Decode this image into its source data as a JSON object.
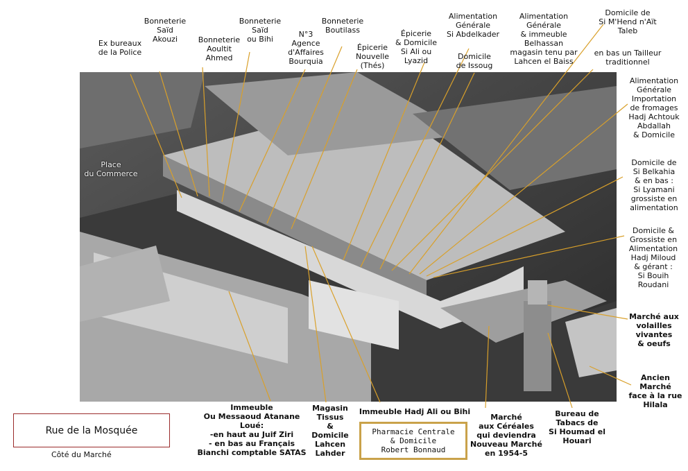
{
  "title": "Rue de la Mosquée",
  "subtitle": "Côté du Marché",
  "pharmacie": "Pharmacie Centrale\n& Domicile\nRobert Bonnaud",
  "photo_labels": {
    "place": "Place\ndu Commerce"
  },
  "labels": {
    "police": "Ex bureaux\nde la Police",
    "akouzi": "Bonneterie\nSaïd\nAkouzi",
    "aoultit": "Bonneterie\nAoultit\nAhmed",
    "bihi": "Bonneterie\nSaïd\nou Bihi",
    "agence": "N°3\nAgence\nd'Affaires\nBourquia",
    "boutilass": "Bonneterie\nBoutilass",
    "epicerie_nouvelle": "Épicerie\nNouvelle\n(Thés)",
    "epicerie_ali": "Épicerie\n& Domicile\nSi Ali ou\nLyazid",
    "abdelkader": "Alimentation\nGénérale\nSi Abdelkader",
    "issoug": "Domicile\nde Issoug",
    "belhassan": "Alimentation\nGénérale\n& immeuble\nBelhassan\nmagasin tenu par\nLahcen el Baiss",
    "taleb": "Domicile de\nSi M'Hend n'Aït\nTaleb",
    "tailleur": "en bas un Tailleur\ntraditionnel",
    "achtouk": "Alimentation\nGénérale\nImportation\nde fromages\nHadj Achtouk\nAbdallah\n& Domicile",
    "belkahia": "Domicile de\nSi Belkahia\n& en bas :\nSi Lyamani\ngrossiste en\nalimentation",
    "miloud": "Domicile &\nGrossiste en\nAlimentation\nHadj Miloud\n& gérant :\nSi Bouih\nRoudani",
    "volailles": "Marché aux\nvolailles\nvivantes\n& oeufs",
    "ancien_marche": "Ancien\nMarché\nface à la rue\nHilala",
    "atanane": "Immeuble\nOu Messaoud Atanane\nLoué:\n-en haut au Juif Ziri\n- en bas au Français\nBianchi comptable SATAS",
    "magasin_tissus": "Magasin\nTissus\n&\nDomicile\nLahcen\nLahder",
    "hadj_ali": "Immeuble Hadj Ali ou Bihi",
    "cereales": "Marché\naux Céréales\nqui deviendra\nNouveau Marché\nen 1954-5",
    "tabacs": "Bureau de\nTabacs de\nSi Houmad el\nHouari"
  },
  "colors": {
    "leader": "#d9a02a",
    "title_border": "#9a2a2a",
    "pharmacie_border": "#c9a24a"
  }
}
